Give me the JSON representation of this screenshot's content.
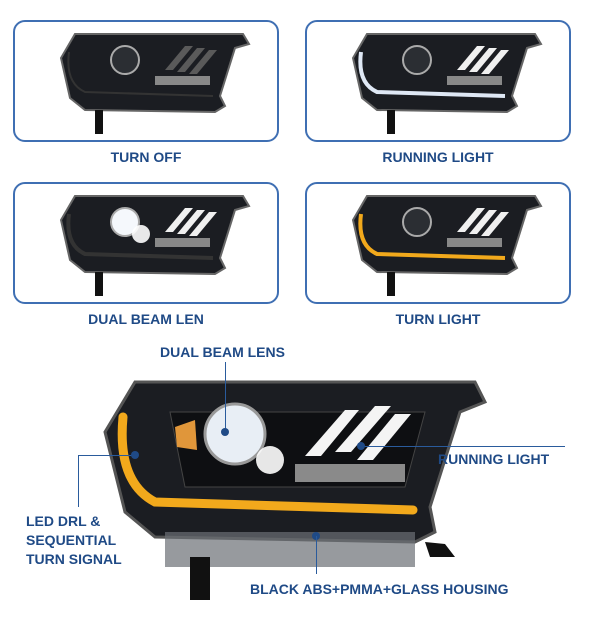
{
  "modes": [
    {
      "label": "TURN OFF",
      "state": "off"
    },
    {
      "label": "RUNNING LIGHT",
      "state": "running"
    },
    {
      "label": "DUAL BEAM LEN",
      "state": "beam"
    },
    {
      "label": "TURN LIGHT",
      "state": "turn"
    }
  ],
  "callouts": {
    "lens": "DUAL BEAM LENS",
    "running": "RUNNING LIGHT",
    "drl_line1": "LED DRL &",
    "drl_line2": "SEQUENTIAL",
    "drl_line3": "TURN SIGNAL",
    "housing": "BLACK ABS+PMMA+GLASS HOUSING"
  },
  "colors": {
    "text": "#1f4a86",
    "border": "#3f6fb3",
    "amber": "#f2a91c"
  }
}
